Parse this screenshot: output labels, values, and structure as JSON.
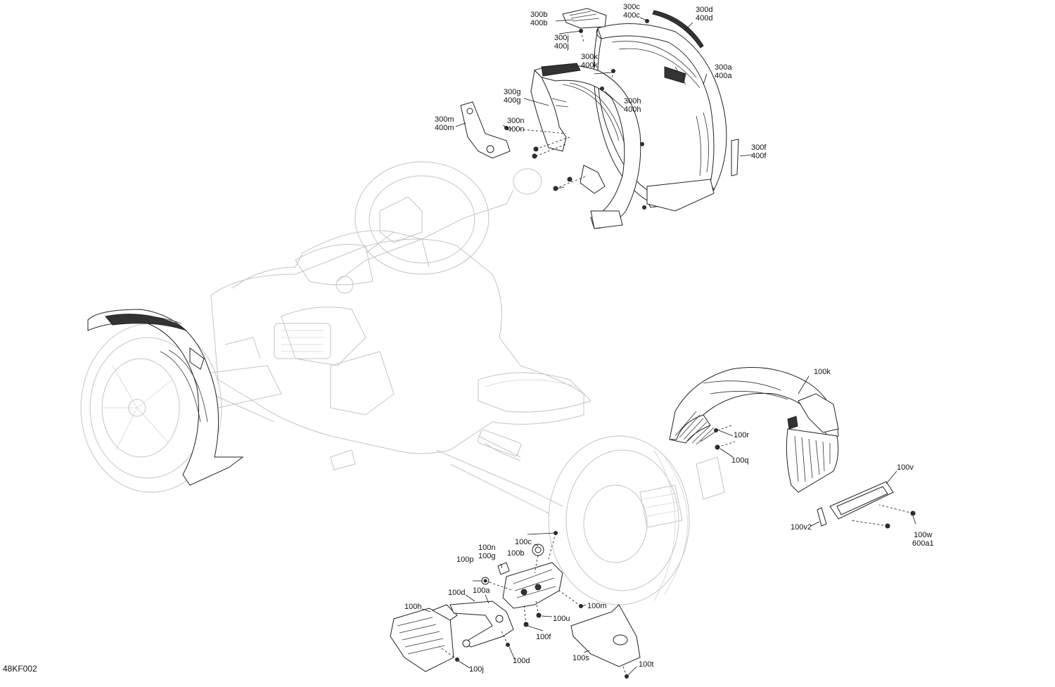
{
  "figure_ref": "48KF002",
  "callouts": [
    {
      "id": "c300b",
      "lines": [
        "300b",
        "400b"
      ]
    },
    {
      "id": "c300c",
      "lines": [
        "300c",
        "400c"
      ]
    },
    {
      "id": "c300d",
      "lines": [
        "300d",
        "400d"
      ]
    },
    {
      "id": "c300j",
      "lines": [
        "300j",
        "400j"
      ]
    },
    {
      "id": "c300k",
      "lines": [
        "300k",
        "400k"
      ]
    },
    {
      "id": "c300a",
      "lines": [
        "300a",
        "400a"
      ]
    },
    {
      "id": "c300g",
      "lines": [
        "300g",
        "400g"
      ]
    },
    {
      "id": "c300h",
      "lines": [
        "300h",
        "400h"
      ]
    },
    {
      "id": "c300m",
      "lines": [
        "300m",
        "400m"
      ]
    },
    {
      "id": "c300n",
      "lines": [
        "300n",
        "400n"
      ]
    },
    {
      "id": "c300f",
      "lines": [
        "300f",
        "400f"
      ]
    },
    {
      "id": "c100k",
      "lines": [
        "100k"
      ]
    },
    {
      "id": "c100r",
      "lines": [
        "100r"
      ]
    },
    {
      "id": "c100q",
      "lines": [
        "100q"
      ]
    },
    {
      "id": "c100v",
      "lines": [
        "100v"
      ]
    },
    {
      "id": "c100v2",
      "lines": [
        "100v2"
      ]
    },
    {
      "id": "c100w",
      "lines": [
        "100w",
        "600a1"
      ]
    },
    {
      "id": "c100n",
      "lines": [
        "100n",
        "100g"
      ]
    },
    {
      "id": "c100c",
      "lines": [
        "100c"
      ]
    },
    {
      "id": "c100b",
      "lines": [
        "100b"
      ]
    },
    {
      "id": "c100p",
      "lines": [
        "100p"
      ]
    },
    {
      "id": "c100d1",
      "lines": [
        "100d"
      ]
    },
    {
      "id": "c100a",
      "lines": [
        "100a"
      ]
    },
    {
      "id": "c100h",
      "lines": [
        "100h"
      ]
    },
    {
      "id": "c100m",
      "lines": [
        "100m"
      ]
    },
    {
      "id": "c100u",
      "lines": [
        "100u"
      ]
    },
    {
      "id": "c100f",
      "lines": [
        "100f"
      ]
    },
    {
      "id": "c100s",
      "lines": [
        "100s"
      ]
    },
    {
      "id": "c100j",
      "lines": [
        "100j"
      ]
    },
    {
      "id": "c100d2",
      "lines": [
        "100d"
      ]
    },
    {
      "id": "c100t",
      "lines": [
        "100t"
      ]
    }
  ]
}
